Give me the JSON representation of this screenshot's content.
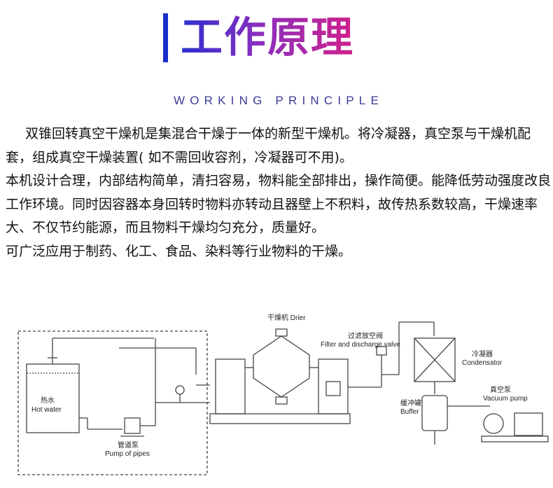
{
  "header": {
    "title": "工作原理",
    "subtitle": "WORKING PRINCIPLE"
  },
  "body": {
    "p1": "双锥回转真空干燥机是集混合干燥于一体的新型干燥机。将冷凝器，真空泵与干燥机配套，组成真空干燥装置( 如不需回收容剂，冷凝器可不用)。",
    "p2": "本机设计合理，内部结构简单，清扫容易，物料能全部排出，操作简便。能降低劳动强度改良工作环境。同时因容器本身回转时物料亦转动且器壁上不积料，故传热系数较高，干燥速率大、不仅节约能源，而且物料干燥均匀充分，质量好。",
    "p3": "可广泛应用于制药、化工、食品、染料等行业物料的干燥。"
  },
  "diagram": {
    "hot_water_cn": "热水",
    "hot_water_en": "Hot water",
    "pump_cn": "管道泵",
    "pump_en": "Pump of pipes",
    "drier_label": "干燥机  Drier",
    "filter_cn": "过滤放空阀",
    "filter_en": "Filter and discharge valve",
    "condenser_cn": "冷凝器",
    "condenser_en": "Condensator",
    "buffer_cn": "缓冲罐",
    "buffer_en": "Buffer",
    "vacuum_cn": "真空泵",
    "vacuum_en": "Vacuum pump"
  }
}
